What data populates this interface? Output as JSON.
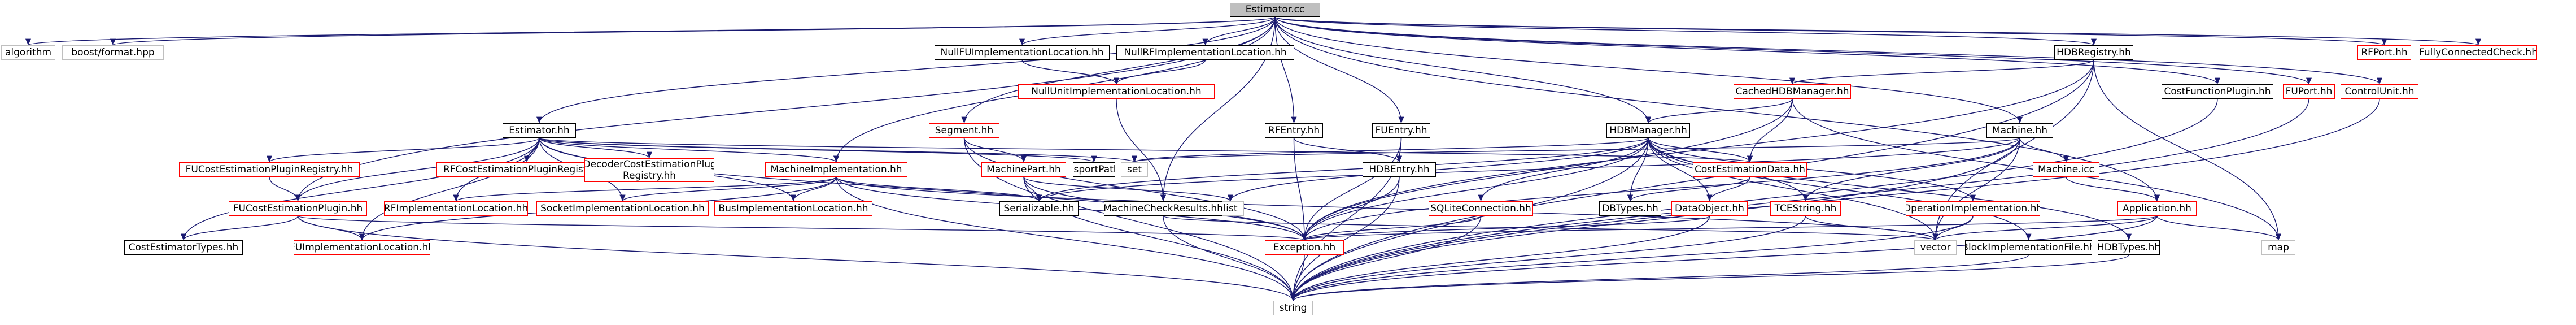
{
  "diagram": {
    "root": "Estimator.cc",
    "nodes": [
      {
        "id": "estimator-cc",
        "label": "Estimator.cc",
        "style": "root"
      },
      {
        "id": "algorithm",
        "label": "algorithm",
        "style": "grey"
      },
      {
        "id": "boost-format",
        "label": "boost/format.hpp",
        "style": "grey"
      },
      {
        "id": "nullfu",
        "label": "NullFUImplementationLocation.hh",
        "style": "black"
      },
      {
        "id": "nullrf",
        "label": "NullRFImplementationLocation.hh",
        "style": "black"
      },
      {
        "id": "nullunit",
        "label": "NullUnitImplementationLocation.hh",
        "style": "red"
      },
      {
        "id": "hdbregistry",
        "label": "HDBRegistry.hh",
        "style": "black"
      },
      {
        "id": "rfport",
        "label": "RFPort.hh",
        "style": "red"
      },
      {
        "id": "fullyconnected",
        "label": "FullyConnectedCheck.hh",
        "style": "red"
      },
      {
        "id": "cachedhdb",
        "label": "CachedHDBManager.hh",
        "style": "red"
      },
      {
        "id": "costfunctionplugin",
        "label": "CostFunctionPlugin.hh",
        "style": "black"
      },
      {
        "id": "fuport",
        "label": "FUPort.hh",
        "style": "red"
      },
      {
        "id": "controlunit",
        "label": "ControlUnit.hh",
        "style": "red"
      },
      {
        "id": "estimator-hh",
        "label": "Estimator.hh",
        "style": "black"
      },
      {
        "id": "segment",
        "label": "Segment.hh",
        "style": "red"
      },
      {
        "id": "rfentry",
        "label": "RFEntry.hh",
        "style": "black"
      },
      {
        "id": "fuentry",
        "label": "FUEntry.hh",
        "style": "black"
      },
      {
        "id": "hdbmanager",
        "label": "HDBManager.hh",
        "style": "black"
      },
      {
        "id": "machine",
        "label": "Machine.hh",
        "style": "black"
      },
      {
        "id": "fucostregistry",
        "label": "FUCostEstimationPluginRegistry.hh",
        "style": "red"
      },
      {
        "id": "rfcostregistry",
        "label": "RFCostEstimationPluginRegistry.hh",
        "style": "red"
      },
      {
        "id": "icdecoder",
        "label": "ICDecoderCostEstimationPlugin Registry.hh",
        "style": "red"
      },
      {
        "id": "machineimpl",
        "label": "MachineImplementation.hh",
        "style": "red"
      },
      {
        "id": "machinepart",
        "label": "MachinePart.hh",
        "style": "red"
      },
      {
        "id": "transportpath",
        "label": "TransportPath.hh",
        "style": "black"
      },
      {
        "id": "set",
        "label": "set",
        "style": "grey"
      },
      {
        "id": "hdbentry",
        "label": "HDBEntry.hh",
        "style": "black"
      },
      {
        "id": "costestimationdata",
        "label": "CostEstimationData.hh",
        "style": "red"
      },
      {
        "id": "machine-icc",
        "label": "Machine.icc",
        "style": "red"
      },
      {
        "id": "fucostplugin",
        "label": "FUCostEstimationPlugin.hh",
        "style": "red"
      },
      {
        "id": "rfimplloc",
        "label": "RFImplementationLocation.hh",
        "style": "red"
      },
      {
        "id": "socketimplloc",
        "label": "SocketImplementationLocation.hh",
        "style": "red"
      },
      {
        "id": "busimplloc",
        "label": "BusImplementationLocation.hh",
        "style": "red"
      },
      {
        "id": "serializable",
        "label": "Serializable.hh",
        "style": "black"
      },
      {
        "id": "list",
        "label": "list",
        "style": "grey"
      },
      {
        "id": "machinecheckresults",
        "label": "MachineCheckResults.hh",
        "style": "black"
      },
      {
        "id": "dbtypes",
        "label": "DBTypes.hh",
        "style": "black"
      },
      {
        "id": "sqliteconnection",
        "label": "SQLiteConnection.hh",
        "style": "red"
      },
      {
        "id": "dataobject",
        "label": "DataObject.hh",
        "style": "red"
      },
      {
        "id": "tcestring",
        "label": "TCEString.hh",
        "style": "red"
      },
      {
        "id": "operationimpl",
        "label": "OperationImplementation.hh",
        "style": "red"
      },
      {
        "id": "application",
        "label": "Application.hh",
        "style": "red"
      },
      {
        "id": "vector",
        "label": "vector",
        "style": "grey"
      },
      {
        "id": "map",
        "label": "map",
        "style": "grey"
      },
      {
        "id": "costestimatortypes",
        "label": "CostEstimatorTypes.hh",
        "style": "black"
      },
      {
        "id": "fuimplloc",
        "label": "FUImplementationLocation.hh",
        "style": "red"
      },
      {
        "id": "exception",
        "label": "Exception.hh",
        "style": "red"
      },
      {
        "id": "blockimplfile",
        "label": "BlockImplementationFile.hh",
        "style": "black"
      },
      {
        "id": "hdbtypes",
        "label": "HDBTypes.hh",
        "style": "black"
      },
      {
        "id": "string",
        "label": "string",
        "style": "grey"
      }
    ],
    "edges": [
      [
        "estimator-cc",
        "algorithm"
      ],
      [
        "estimator-cc",
        "boost-format"
      ],
      [
        "estimator-cc",
        "nullfu"
      ],
      [
        "estimator-cc",
        "nullrf"
      ],
      [
        "estimator-cc",
        "hdbregistry"
      ],
      [
        "estimator-cc",
        "rfport"
      ],
      [
        "estimator-cc",
        "fullyconnected"
      ],
      [
        "estimator-cc",
        "costfunctionplugin"
      ],
      [
        "estimator-cc",
        "fuport"
      ],
      [
        "estimator-cc",
        "controlunit"
      ],
      [
        "estimator-cc",
        "estimator-hh"
      ],
      [
        "estimator-cc",
        "segment"
      ],
      [
        "estimator-cc",
        "rfentry"
      ],
      [
        "estimator-cc",
        "fuentry"
      ],
      [
        "estimator-cc",
        "hdbmanager"
      ],
      [
        "estimator-cc",
        "machine"
      ],
      [
        "estimator-cc",
        "machineimpl"
      ],
      [
        "estimator-cc",
        "fucostplugin"
      ],
      [
        "estimator-cc",
        "machinecheckresults"
      ],
      [
        "estimator-cc",
        "application"
      ],
      [
        "nullfu",
        "nullunit"
      ],
      [
        "nullrf",
        "nullunit"
      ],
      [
        "nullunit",
        "machinecheckresults"
      ],
      [
        "hdbregistry",
        "cachedhdb"
      ],
      [
        "hdbregistry",
        "exception"
      ],
      [
        "hdbregistry",
        "vector"
      ],
      [
        "hdbregistry",
        "map"
      ],
      [
        "hdbregistry",
        "string"
      ],
      [
        "cachedhdb",
        "hdbmanager"
      ],
      [
        "cachedhdb",
        "costestimationdata"
      ],
      [
        "cachedhdb",
        "exception"
      ],
      [
        "cachedhdb",
        "map"
      ],
      [
        "costfunctionplugin",
        "string"
      ],
      [
        "fuport",
        "string"
      ],
      [
        "controlunit",
        "string"
      ],
      [
        "estimator-hh",
        "fucostregistry"
      ],
      [
        "estimator-hh",
        "rfcostregistry"
      ],
      [
        "estimator-hh",
        "icdecoder"
      ],
      [
        "estimator-hh",
        "machineimpl"
      ],
      [
        "estimator-hh",
        "fucostplugin"
      ],
      [
        "estimator-hh",
        "rfimplloc"
      ],
      [
        "estimator-hh",
        "socketimplloc"
      ],
      [
        "estimator-hh",
        "busimplloc"
      ],
      [
        "estimator-hh",
        "costestimatortypes"
      ],
      [
        "estimator-hh",
        "fuimplloc"
      ],
      [
        "estimator-hh",
        "exception"
      ],
      [
        "estimator-hh",
        "set"
      ],
      [
        "estimator-hh",
        "transportpath"
      ],
      [
        "estimator-hh",
        "costestimationdata"
      ],
      [
        "segment",
        "machinepart"
      ],
      [
        "segment",
        "exception"
      ],
      [
        "segment",
        "string"
      ],
      [
        "rfentry",
        "hdbentry"
      ],
      [
        "rfentry",
        "exception"
      ],
      [
        "fuentry",
        "hdbentry"
      ],
      [
        "fuentry",
        "exception"
      ],
      [
        "fuentry",
        "string"
      ],
      [
        "hdbentry",
        "exception"
      ],
      [
        "hdbentry",
        "string"
      ],
      [
        "hdbmanager",
        "set"
      ],
      [
        "hdbmanager",
        "list"
      ],
      [
        "hdbmanager",
        "costestimationdata"
      ],
      [
        "hdbmanager",
        "dbtypes"
      ],
      [
        "hdbmanager",
        "sqliteconnection"
      ],
      [
        "hdbmanager",
        "dataobject"
      ],
      [
        "hdbmanager",
        "tcestring"
      ],
      [
        "hdbmanager",
        "operationimpl"
      ],
      [
        "hdbmanager",
        "blockimplfile"
      ],
      [
        "hdbmanager",
        "hdbtypes"
      ],
      [
        "hdbmanager",
        "exception"
      ],
      [
        "hdbmanager",
        "string"
      ],
      [
        "hdbmanager",
        "vector"
      ],
      [
        "hdbmanager",
        "serializable"
      ],
      [
        "machine",
        "set"
      ],
      [
        "machine",
        "machine-icc"
      ],
      [
        "machine",
        "tcestring"
      ],
      [
        "machine",
        "serializable"
      ],
      [
        "machine",
        "exception"
      ],
      [
        "machine",
        "string"
      ],
      [
        "machine",
        "vector"
      ],
      [
        "machine-icc",
        "application"
      ],
      [
        "fucostregistry",
        "fucostplugin"
      ],
      [
        "machineimpl",
        "rfimplloc"
      ],
      [
        "machineimpl",
        "socketimplloc"
      ],
      [
        "machineimpl",
        "busimplloc"
      ],
      [
        "machineimpl",
        "fuimplloc"
      ],
      [
        "machineimpl",
        "serializable"
      ],
      [
        "machineimpl",
        "exception"
      ],
      [
        "machineimpl",
        "string"
      ],
      [
        "machineimpl",
        "vector"
      ],
      [
        "machinepart",
        "serializable"
      ],
      [
        "machinepart",
        "exception"
      ],
      [
        "machinepart",
        "string"
      ],
      [
        "machinepart",
        "list"
      ],
      [
        "fucostplugin",
        "costestimatortypes"
      ],
      [
        "fucostplugin",
        "fuimplloc"
      ],
      [
        "fucostplugin",
        "exception"
      ],
      [
        "fucostplugin",
        "string"
      ],
      [
        "costestimationdata",
        "dataobject"
      ],
      [
        "costestimationdata",
        "dbtypes"
      ],
      [
        "machinecheckresults",
        "string"
      ],
      [
        "machinecheckresults",
        "vector"
      ],
      [
        "sqliteconnection",
        "exception"
      ],
      [
        "sqliteconnection",
        "string"
      ],
      [
        "dataobject",
        "exception"
      ],
      [
        "dataobject",
        "string"
      ],
      [
        "tcestring",
        "string"
      ],
      [
        "tcestring",
        "vector"
      ],
      [
        "operationimpl",
        "vector"
      ],
      [
        "operationimpl",
        "string"
      ],
      [
        "application",
        "vector"
      ],
      [
        "application",
        "map"
      ],
      [
        "application",
        "string"
      ],
      [
        "application",
        "exception"
      ],
      [
        "exception",
        "string"
      ],
      [
        "blockimplfile",
        "string"
      ],
      [
        "hdbtypes",
        "string"
      ]
    ],
    "colors": {
      "edge": "#191970",
      "root_fill": "#bfbfbf",
      "internal_border": "#ff0000",
      "external_border": "#bfbfbf"
    }
  }
}
